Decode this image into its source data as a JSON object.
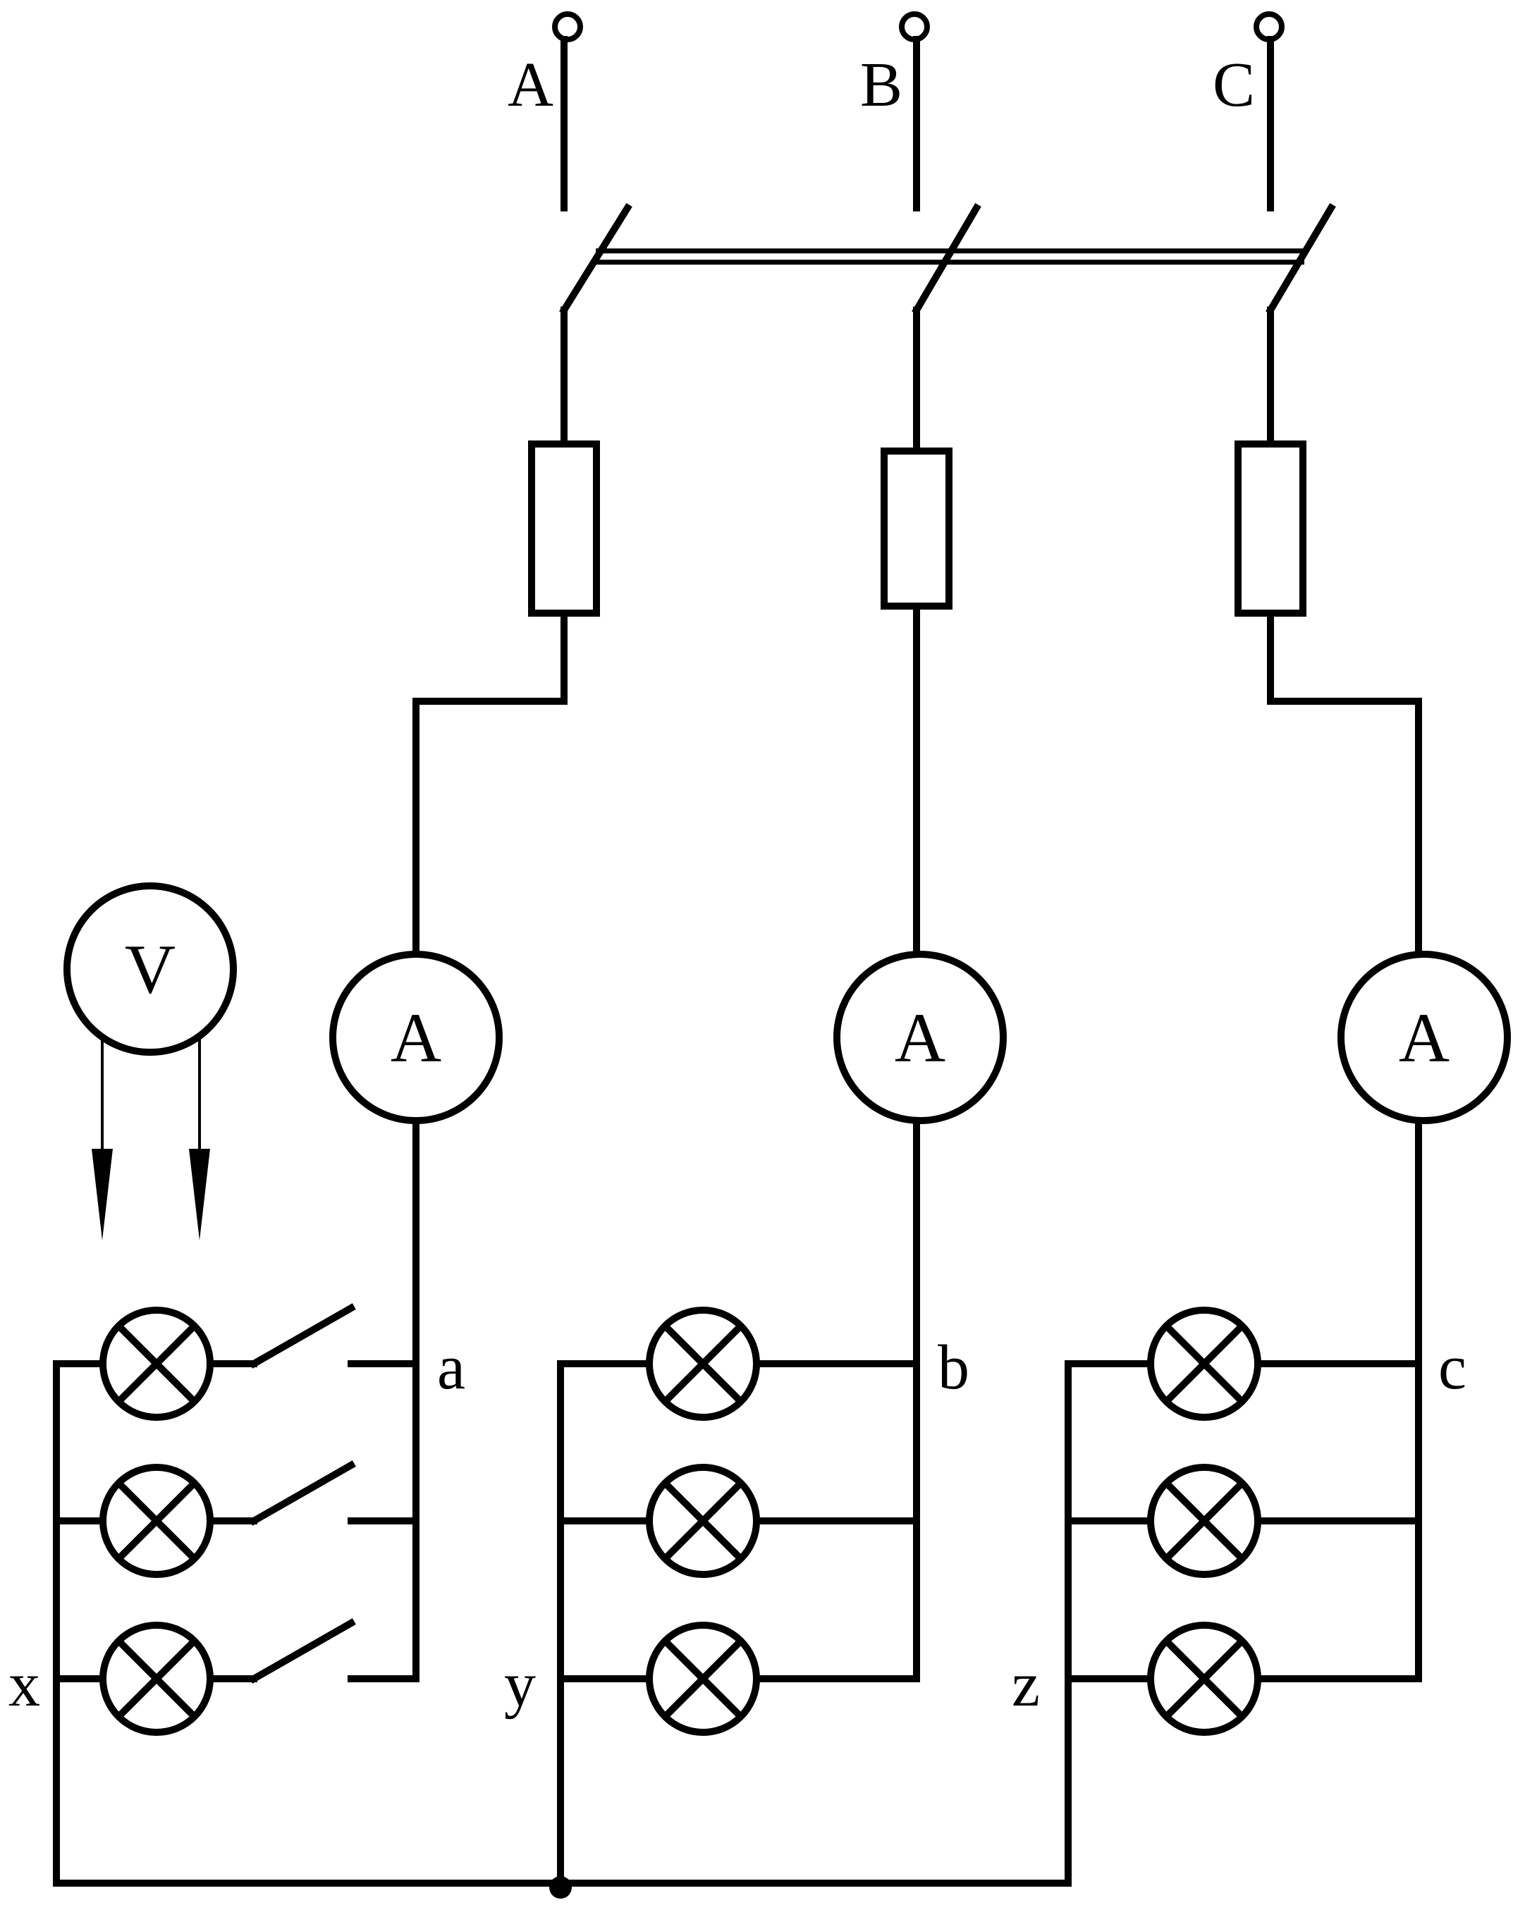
{
  "terminals": {
    "A": "A",
    "B": "B",
    "C": "C"
  },
  "meters": {
    "ammeter_symbol": "A",
    "voltmeter_symbol": "V"
  },
  "nodes": {
    "a": "a",
    "b": "b",
    "c": "c",
    "x": "x",
    "y": "y",
    "z": "z"
  }
}
